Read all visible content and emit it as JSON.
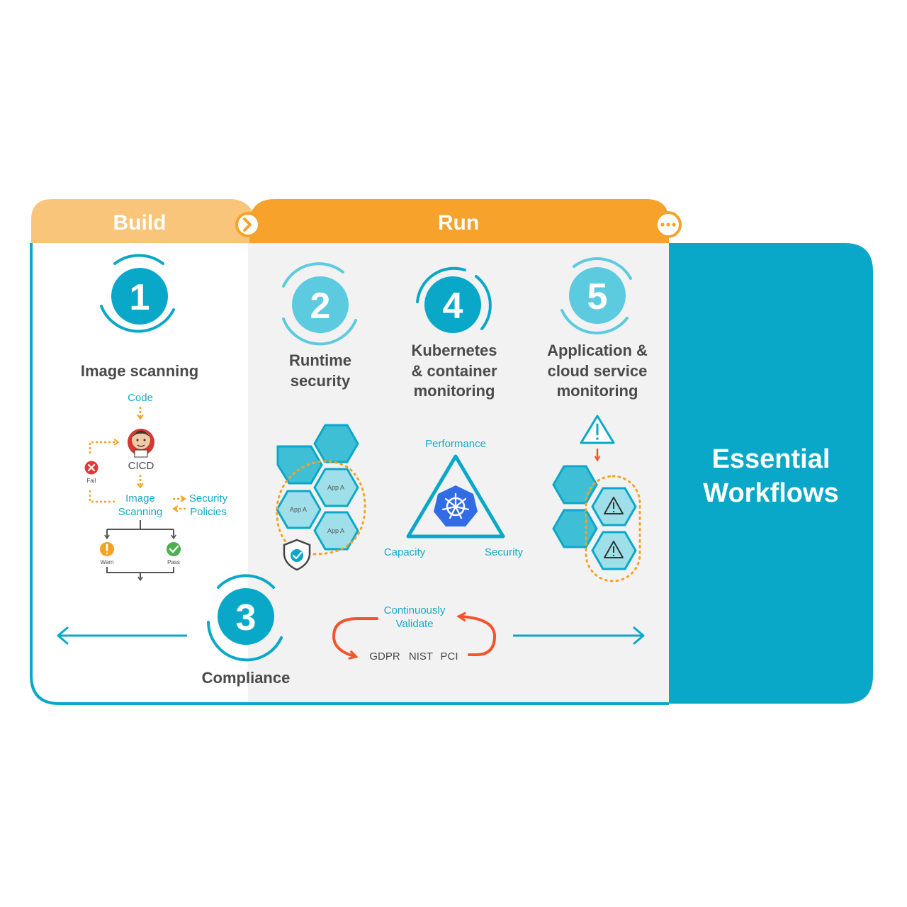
{
  "tabs": {
    "build": "Build",
    "run": "Run"
  },
  "steps": {
    "image_scanning": {
      "number": "1",
      "title": "Image scanning"
    },
    "runtime_security": {
      "number": "2",
      "title_line1": "Runtime",
      "title_line2": "security"
    },
    "compliance": {
      "number": "3",
      "title": "Compliance"
    },
    "kubernetes": {
      "number": "4",
      "title_line1": "Kubernetes",
      "title_line2": "& container",
      "title_line3": "monitoring"
    },
    "application": {
      "number": "5",
      "title_line1": "Application &",
      "title_line2": "cloud service",
      "title_line3": "monitoring"
    }
  },
  "build_flow": {
    "code": "Code",
    "cicd": "CICD",
    "fail": "Fail",
    "image_scanning_line1": "Image",
    "image_scanning_line2": "Scanning",
    "security_policies_line1": "Security",
    "security_policies_line2": "Policies",
    "warn": "Warn",
    "pass": "Pass"
  },
  "runtime": {
    "app_labels": [
      "App A",
      "App A",
      "App A"
    ]
  },
  "kubernetes_triangle": {
    "top": "Performance",
    "left": "Capacity",
    "right": "Security"
  },
  "compliance_cycle": {
    "line1": "Continuously",
    "line2": "Validate",
    "standards": [
      "GDPR",
      "NIST",
      "PCI"
    ]
  },
  "side_panel": {
    "line1": "Essential",
    "line2": "Workflows"
  },
  "colors": {
    "teal": "#0aa8c8",
    "light_teal": "#5ccbdf",
    "hex_fill": "#9fdfe9",
    "hex_dark": "#3fbfd6",
    "orange_run": "#f7a22a",
    "orange_build": "#f8c57a",
    "dotted_orange": "#f5a224",
    "red_cycle": "#f3542c",
    "k8s_blue": "#326ce5",
    "gray_panel": "#f2f2f2",
    "text_dark": "#4a4a4a",
    "text_blue": "#19a9c8"
  }
}
